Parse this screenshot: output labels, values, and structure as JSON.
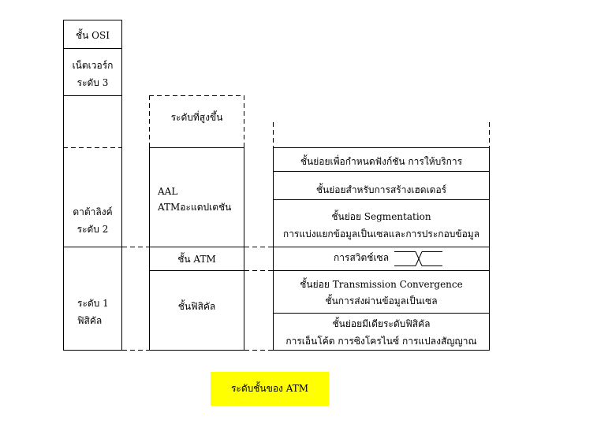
{
  "osi": {
    "header": "ชั้น OSI",
    "network_line1": "เน็ตเวอร์ก",
    "network_line2": "ระดับ 3",
    "datalink_line1": "ดาต้าลิงค์",
    "datalink_line2": "ระดับ 2",
    "physical_line1": "ระดับ 1",
    "physical_line2": "ฟิสิคัล"
  },
  "atm_col": {
    "higher": "ระดับที่สูงขึ้น",
    "aal": "AAL",
    "aal_name": "ATMอะแดปเตชัน",
    "atm_layer": "ชั้น ATM",
    "physical": "ชั้นฟิสิคัล"
  },
  "sub": {
    "convergence": "ชั้นย่อยเพื่อกำหนดฟังก์ชัน การให้บริการ",
    "header_creation": "ชั้นย่อยสำหรับการสร้างเฮดเดอร์",
    "seg_line1": "ชั้นย่อย Segmentation",
    "seg_line2": "การแบ่งแยกข้อมูลเป็นเซลและการประกอบข้อมูล",
    "switching": "การสวิตช์เซล",
    "tc_line1": "ชั้นย่อย Transmission Convergence",
    "tc_line2": "ชั้นการส่งผ่านข้อมูลเป็นเซล",
    "pmd_line1": "ชั้นย่อยมีเดียระดับฟิสิคัล",
    "pmd_line2": "การเอ็นโค้ด การซิงโครไนซ์ การแปลงสัญญาณ"
  },
  "caption": "ระดับชั้นของ ATM",
  "colors": {
    "caption_bg": "#ffff00",
    "line": "#000000"
  }
}
